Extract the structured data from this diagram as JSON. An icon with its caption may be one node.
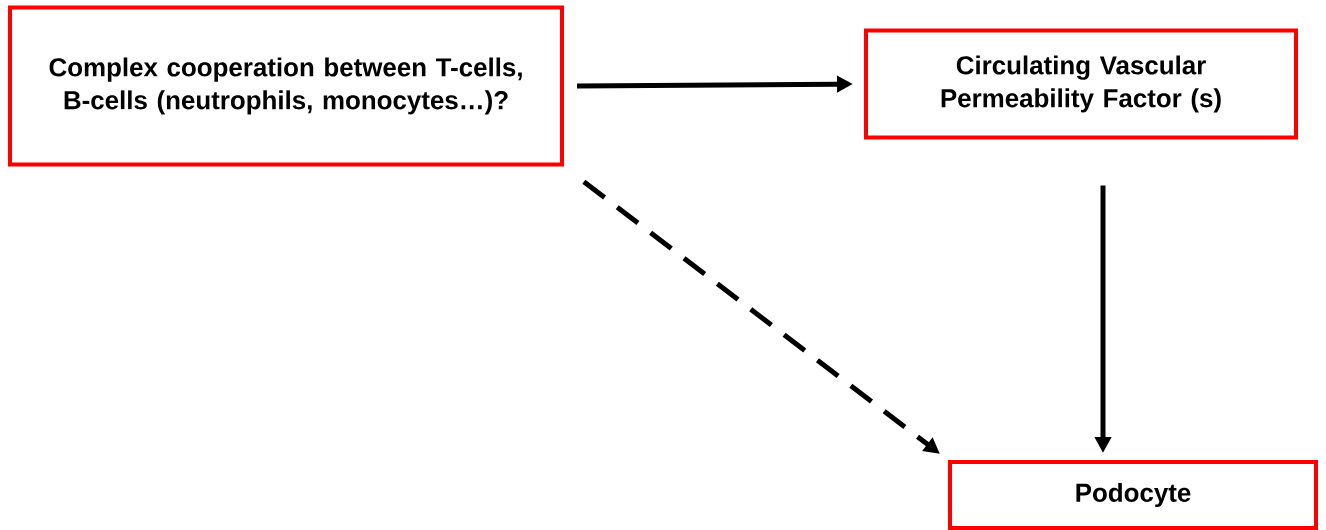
{
  "diagram": {
    "nodes": [
      {
        "text": [
          "Complex cooperation between T-cells, B-cells (neutrophils, monocytes…)?"
        ]
      },
      {
        "text": [
          "Circulating Vascular Permeability Factor (s)"
        ]
      },
      {
        "text": [
          "Podocyte"
        ]
      }
    ],
    "edges": [
      {
        "from": 0,
        "to": 1,
        "arrow": "to"
      },
      {
        "from": 1,
        "to": 2,
        "arrow": "to"
      },
      {
        "from": 0,
        "to": 2,
        "arrow": "to",
        "style": "dashed"
      }
    ]
  }
}
